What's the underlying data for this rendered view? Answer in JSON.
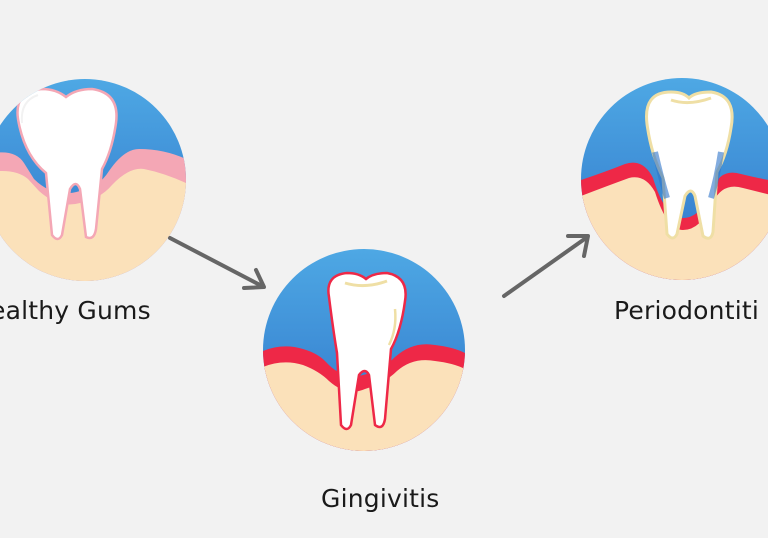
{
  "stages": [
    {
      "id": "healthy",
      "label": "ealthy Gums"
    },
    {
      "id": "gingivitis",
      "label": "Gingivitis"
    },
    {
      "id": "periodontitis",
      "label": "Periodontiti"
    }
  ],
  "colors": {
    "background": "#f2f2f2",
    "circle_top": "#2f7fd0",
    "circle_bottom": "#5ab3ea",
    "gum_base": "#fbe1ba",
    "healthy_gum": "#f4a7b5",
    "inflamed_gum": "#ee2847",
    "tooth": "#ffffff",
    "tooth_outline": "#efdfa5",
    "arrow": "#666666"
  },
  "icons": [
    "tooth-icon",
    "arrow-icon"
  ]
}
